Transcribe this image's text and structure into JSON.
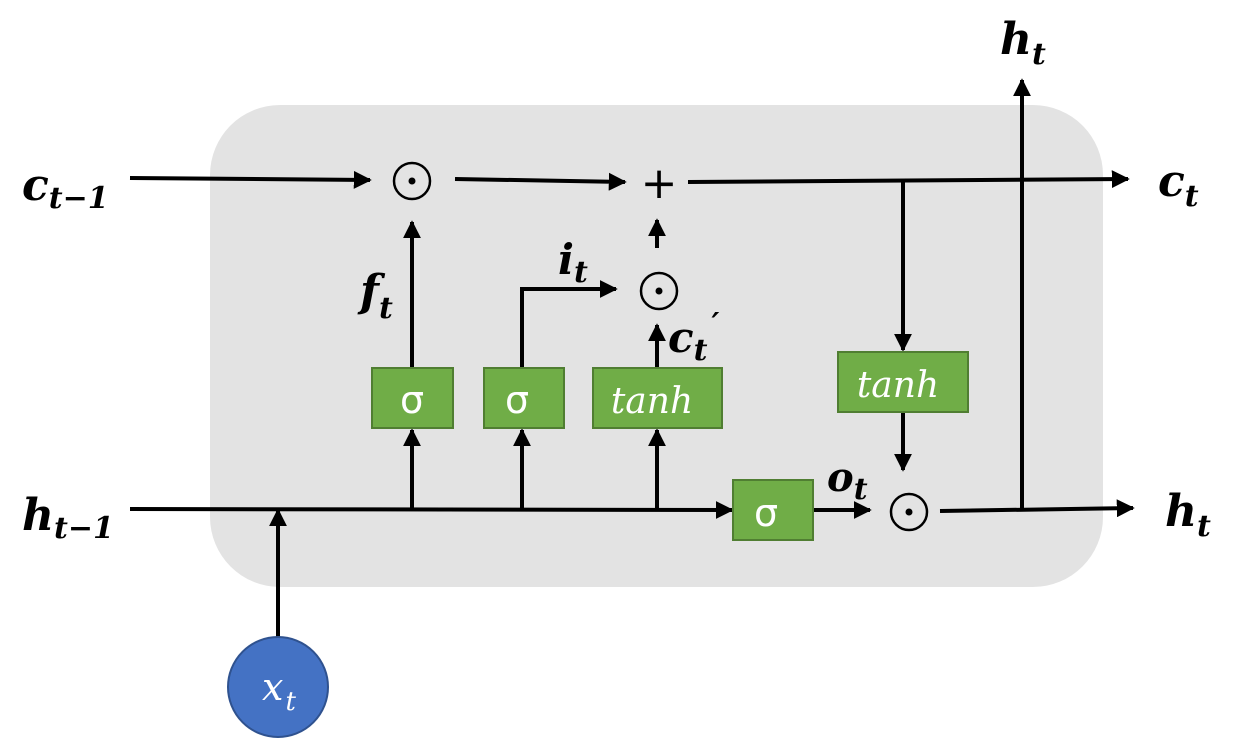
{
  "colors": {
    "cell_bg": "#e3e3e3",
    "gate_fill": "#70ad47",
    "gate_stroke": "#507e32",
    "input_fill": "#4472c4",
    "input_stroke": "#2f528f"
  },
  "labels": {
    "c_prev_main": "c",
    "c_prev_sub": "t−1",
    "h_prev_main": "h",
    "h_prev_sub": "t−1",
    "c_t_main": "c",
    "c_t_sub": "t",
    "h_t_right_main": "h",
    "h_t_right_sub": "t",
    "h_t_top_main": "h",
    "h_t_top_sub": "t",
    "f_main": "f",
    "f_sub": "t",
    "i_main": "i",
    "i_sub": "t",
    "o_main": "o",
    "o_sub": "t",
    "cprime_main": "c",
    "cprime_sub": "t",
    "cprime_mark": "′",
    "x_main": "x",
    "x_sub": "t"
  },
  "gates": {
    "forget": "σ",
    "input": "σ",
    "candidate": "tanh",
    "output": "σ",
    "cell_tanh": "tanh"
  },
  "operators": {
    "mult_forget": "⊙",
    "add": "+",
    "mult_input": "⊙",
    "mult_output": "⊙"
  }
}
